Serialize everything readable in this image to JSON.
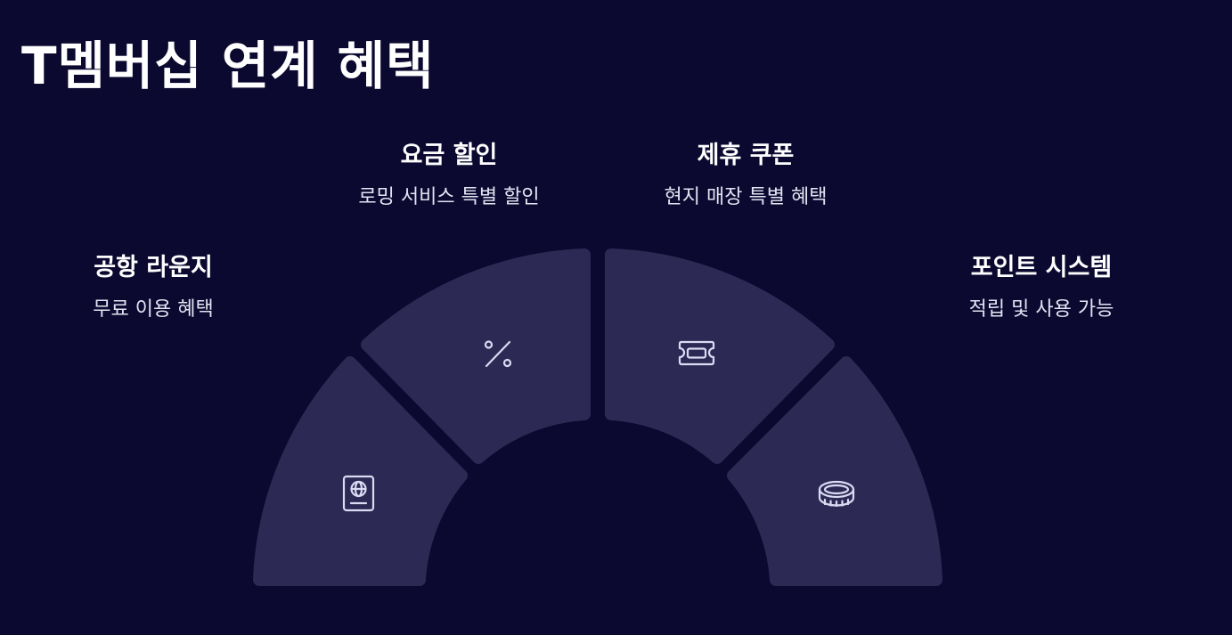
{
  "title": "T멤버십 연계 혜택",
  "benefits": [
    {
      "title": "공항 라운지",
      "description": "무료 이용 혜택",
      "icon": "passport-icon"
    },
    {
      "title": "요금 할인",
      "description": "로밍 서비스 특별 할인",
      "icon": "percent-icon"
    },
    {
      "title": "제휴 쿠폰",
      "description": "현지 매장 특별 혜택",
      "icon": "ticket-icon"
    },
    {
      "title": "포인트 시스템",
      "description": "적립 및 사용 가능",
      "icon": "coins-icon"
    }
  ],
  "colors": {
    "background": "#0b0930",
    "segment": "#2c2a54",
    "icon": "#dcdaf2",
    "text": "#ffffff"
  }
}
